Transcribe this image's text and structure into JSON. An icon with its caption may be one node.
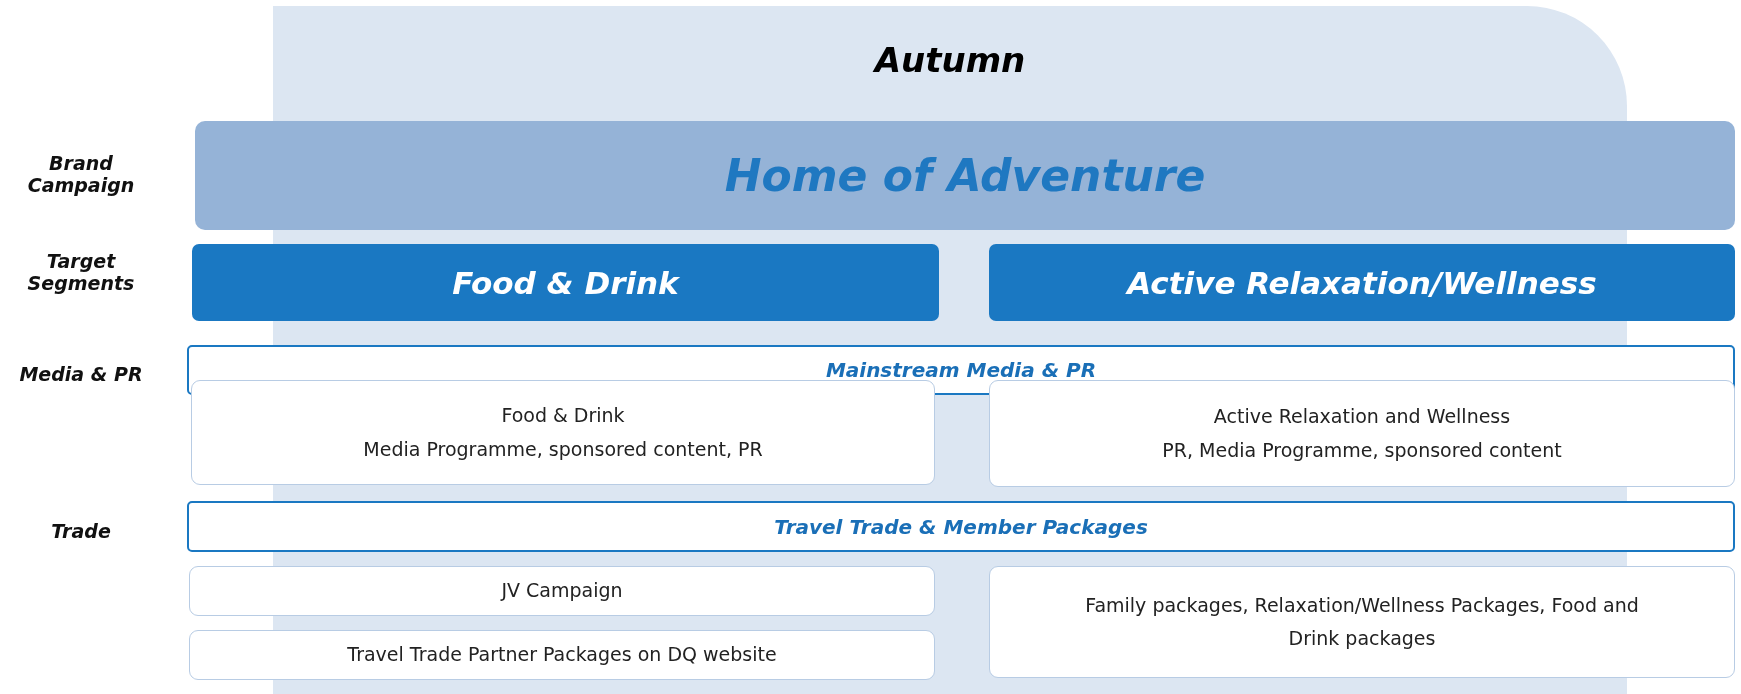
{
  "diagram": {
    "nodes": [
      {
        "text": [
          "Autumn"
        ]
      },
      {
        "text": [
          "Home of Adventure"
        ]
      },
      {
        "text": [
          "Food & Drink"
        ]
      },
      {
        "text": [
          "Active Relaxation/Wellness"
        ]
      },
      {
        "text": [
          "Mainstream Media & PR"
        ]
      },
      {
        "text": [
          "Food & Drink",
          "Media Programme, sponsored content, PR"
        ]
      },
      {
        "text": [
          "Active Relaxation and Wellness",
          "PR, Media Programme, sponsored content"
        ]
      },
      {
        "text": [
          "Travel Trade & Member Packages"
        ]
      },
      {
        "text": [
          "JV Campaign"
        ]
      },
      {
        "text": [
          "Travel Trade Partner Packages on DQ website"
        ]
      },
      {
        "text": [
          "Family packages, Relaxation/Wellness Packages, Food and Drink packages"
        ]
      }
    ],
    "labels": [
      "Brand Campaign",
      "Target Segments",
      "Media & PR",
      "Trade"
    ]
  }
}
